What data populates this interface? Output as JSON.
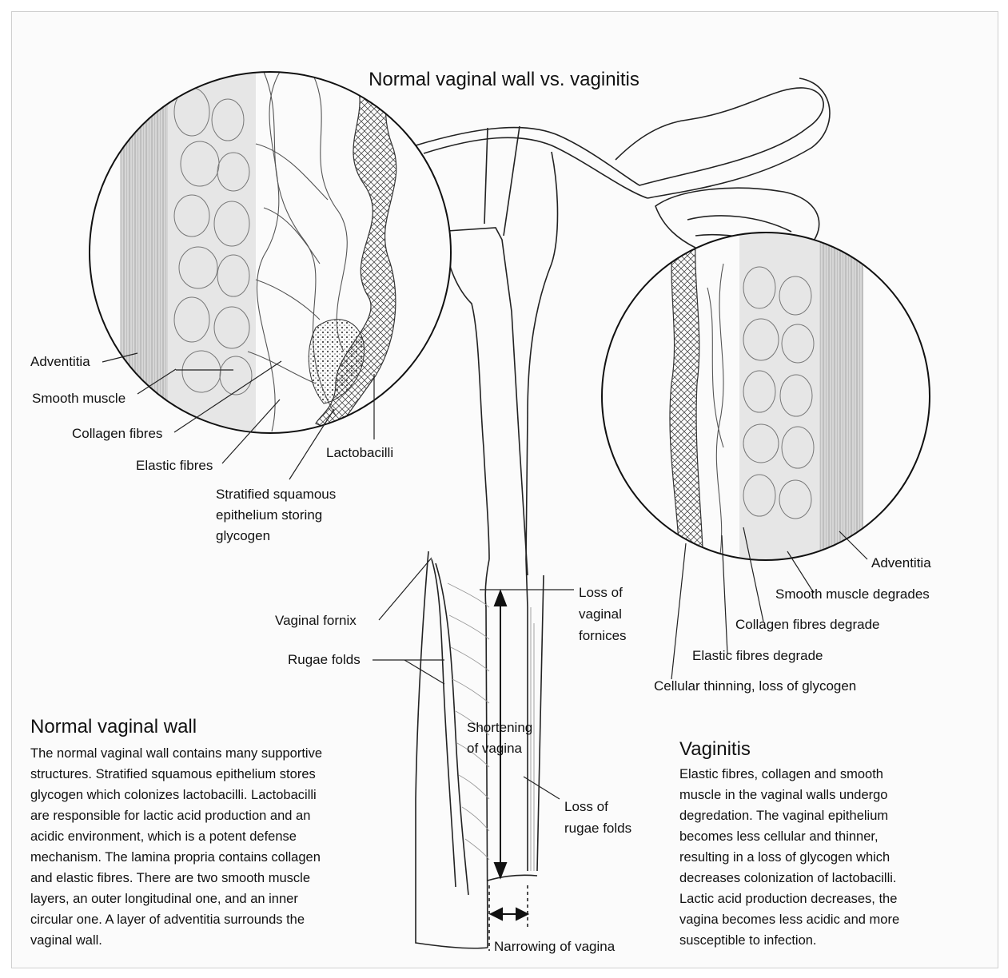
{
  "title": "Normal vaginal wall vs. vaginitis",
  "labels_normal": {
    "adventitia": "Adventitia",
    "smooth_muscle": "Smooth muscle",
    "collagen_fibres": "Collagen fibres",
    "elastic_fibres": "Elastic fibres",
    "lactobacilli": "Lactobacilli",
    "epithelium": "Stratified squamous\nepithelium storing\nglycogen",
    "vaginal_fornix": "Vaginal fornix",
    "rugae_folds": "Rugae folds"
  },
  "labels_center": {
    "loss_fornices": "Loss of\nvaginal\nfornices",
    "shortening": "Shortening\nof vagina",
    "loss_rugae": "Loss of\nrugae folds",
    "narrowing": "Narrowing of vagina"
  },
  "labels_vaginitis": {
    "adventitia": "Adventitia",
    "smooth_muscle": "Smooth muscle degrades",
    "collagen": "Collagen fibres degrade",
    "elastic": "Elastic fibres degrade",
    "cellular": "Cellular thinning, loss of glycogen"
  },
  "normal_section": {
    "heading": "Normal vaginal wall",
    "body": "The normal vaginal wall contains many supportive\nstructures. Stratified squamous epithelium stores\nglycogen which colonizes lactobacilli. Lactobacilli\nare responsible for lactic acid production and an\nacidic environment, which is a potent defense\nmechanism. The lamina propria contains collagen\nand elastic fibres. There are two smooth muscle\nlayers, an outer longitudinal one, and an inner\ncircular one. A layer of adventitia surrounds the\nvaginal wall."
  },
  "vaginitis_section": {
    "heading": "Vaginitis",
    "body": "Elastic fibres, collagen and smooth\nmuscle in the vaginal walls undergo\ndegredation. The vaginal epithelium\nbecomes less cellular and thinner,\nresulting in a loss of glycogen which\ndecreases colonization of lactobacilli.\nLactic acid production decreases, the\nvagina becomes less acidic and more\nsusceptible to infection."
  }
}
